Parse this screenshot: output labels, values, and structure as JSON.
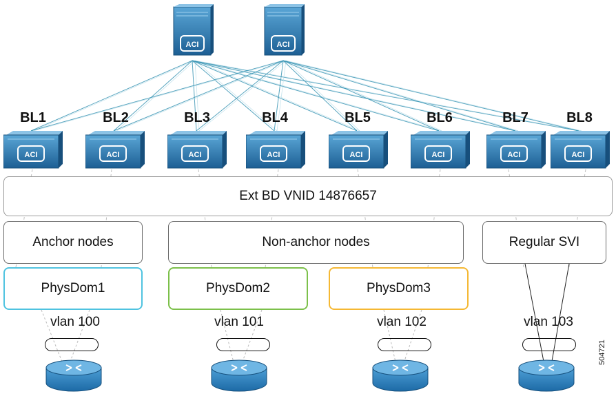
{
  "spines": [
    {
      "icon": "aci-switch-icon",
      "label": "ACI"
    },
    {
      "icon": "aci-switch-icon",
      "label": "ACI"
    }
  ],
  "border_leaves": [
    {
      "name": "BL1",
      "label": "ACI"
    },
    {
      "name": "BL2",
      "label": "ACI"
    },
    {
      "name": "BL3",
      "label": "ACI"
    },
    {
      "name": "BL4",
      "label": "ACI"
    },
    {
      "name": "BL5",
      "label": "ACI"
    },
    {
      "name": "BL6",
      "label": "ACI"
    },
    {
      "name": "BL7",
      "label": "ACI"
    },
    {
      "name": "BL8",
      "label": "ACI"
    }
  ],
  "ext_bd": {
    "label": "Ext BD VNID 14876657"
  },
  "groups": [
    {
      "label": "Anchor nodes"
    },
    {
      "label": "Non-anchor nodes"
    },
    {
      "label": "Regular SVI"
    }
  ],
  "phys_domains": [
    {
      "label": "PhysDom1",
      "color": "#4fc3e0"
    },
    {
      "label": "PhysDom2",
      "color": "#7cc04a"
    },
    {
      "label": "PhysDom3",
      "color": "#f5b833"
    }
  ],
  "vlans": [
    {
      "label": "vlan 100"
    },
    {
      "label": "vlan 101"
    },
    {
      "label": "vlan 102"
    },
    {
      "label": "vlan 103"
    }
  ],
  "colors": {
    "switch": "#1f6fa8",
    "switch_light": "#3a8fc8",
    "line": "#2f8fb0",
    "router": "#2a7fbf"
  },
  "figure_id": "504721"
}
